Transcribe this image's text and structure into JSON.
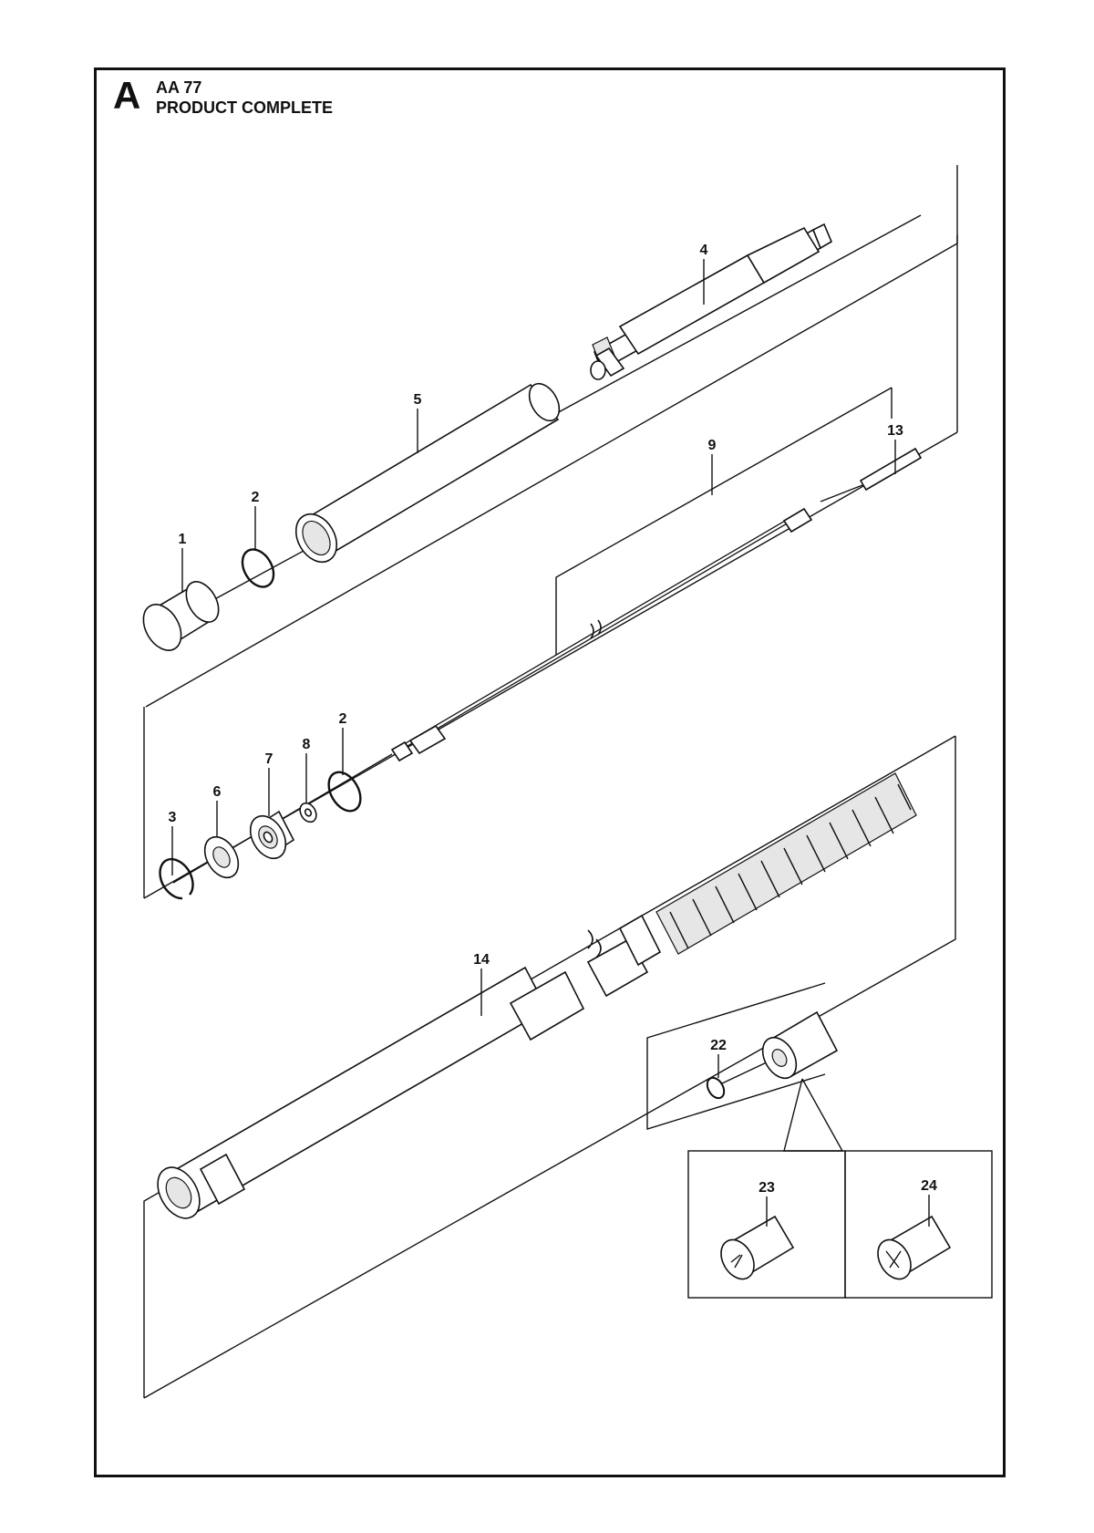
{
  "header": {
    "section_letter": "A",
    "model": "AA 77",
    "title": "PRODUCT COMPLETE"
  },
  "callouts": {
    "c1": "1",
    "c2a": "2",
    "c2b": "2",
    "c3": "3",
    "c4": "4",
    "c5": "5",
    "c6": "6",
    "c7": "7",
    "c8": "8",
    "c9": "9",
    "c13": "13",
    "c14": "14",
    "c22": "22",
    "c23": "23",
    "c24": "24"
  }
}
